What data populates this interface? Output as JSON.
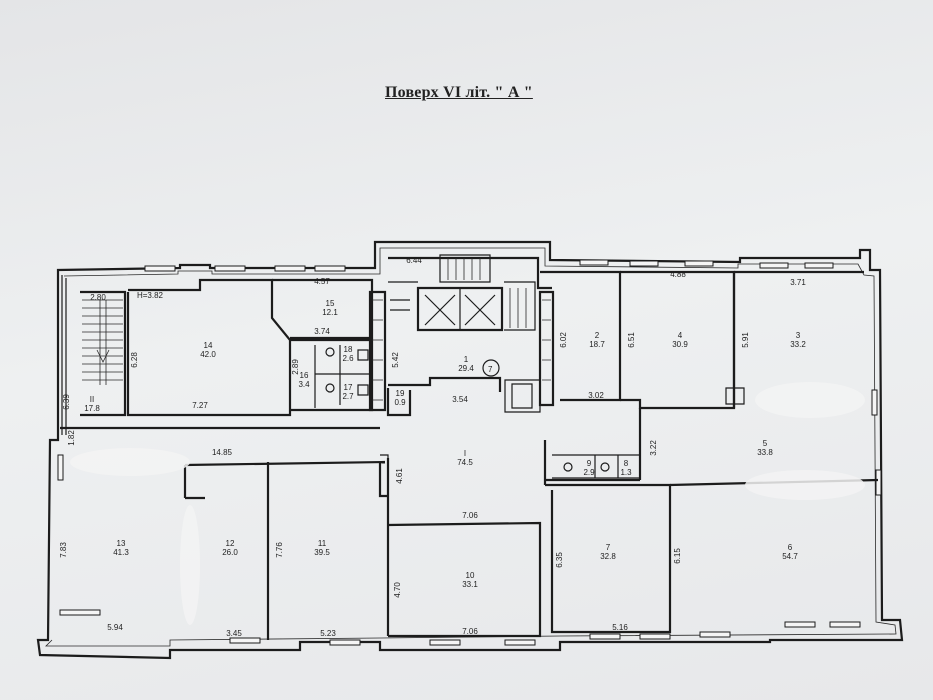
{
  "title": "Поверх VI  літ. \" А \"",
  "rooms": [
    {
      "id": "1",
      "num": "1",
      "area": "29.4"
    },
    {
      "id": "2",
      "num": "2",
      "area": "18.7"
    },
    {
      "id": "3",
      "num": "3",
      "area": "33.2"
    },
    {
      "id": "4",
      "num": "4",
      "area": "30.9"
    },
    {
      "id": "5",
      "num": "5",
      "area": "33.8"
    },
    {
      "id": "6",
      "num": "6",
      "area": "54.7"
    },
    {
      "id": "7",
      "num": "7",
      "area": "32.8"
    },
    {
      "id": "8",
      "num": "8",
      "area": "1.3"
    },
    {
      "id": "9",
      "num": "9",
      "area": "2.9"
    },
    {
      "id": "10",
      "num": "10",
      "area": "33.1"
    },
    {
      "id": "11",
      "num": "11",
      "area": "39.5"
    },
    {
      "id": "12",
      "num": "12",
      "area": "26.0"
    },
    {
      "id": "13",
      "num": "13",
      "area": "41.3"
    },
    {
      "id": "14",
      "num": "14",
      "area": "42.0"
    },
    {
      "id": "15",
      "num": "15",
      "area": "12.1"
    },
    {
      "id": "16",
      "num": "16",
      "area": "3.4"
    },
    {
      "id": "17",
      "num": "17",
      "area": "2.7"
    },
    {
      "id": "18",
      "num": "18",
      "area": "2.6"
    },
    {
      "id": "19",
      "num": "19",
      "area": "0.9"
    },
    {
      "id": "I",
      "num": "I",
      "area": "74.5"
    },
    {
      "id": "II",
      "num": "II",
      "area": "17.8"
    }
  ],
  "dimensions": {
    "d644": "6.44",
    "d280": "2.80",
    "dh382": "H=3.82",
    "d457": "4.57",
    "d374": "3.74",
    "d542": "5.42",
    "d354": "3.54",
    "d602": "6.02",
    "d651": "6.51",
    "d488": "4.88",
    "d591": "5.91",
    "d371": "3.71",
    "d628": "6.28",
    "d289": "2.89",
    "d727": "7.27",
    "d639": "6.39",
    "d302": "3.02",
    "d322": "3.22",
    "d182": "1.82",
    "d1485": "14.85",
    "d461": "4.61",
    "d706a": "7.06",
    "d706b": "7.06",
    "d783": "7.83",
    "d776": "7.76",
    "d470": "4.70",
    "d635": "6.35",
    "d615": "6.15",
    "d594": "5.94",
    "d345": "3.45",
    "d523": "5.23",
    "d516": "5.16"
  },
  "circle_marker": "7"
}
